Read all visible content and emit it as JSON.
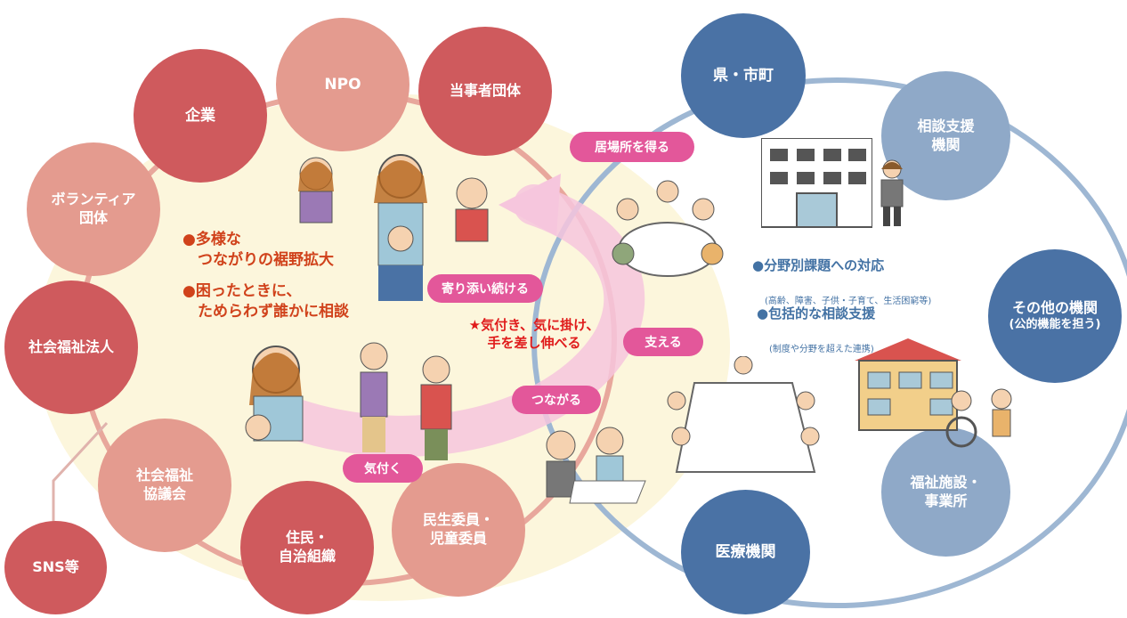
{
  "community_nodes": [
    {
      "id": "npo",
      "label": "NPO"
    },
    {
      "id": "tojisha",
      "label": "当事者団体"
    },
    {
      "id": "kigyo",
      "label": "企業"
    },
    {
      "id": "volunteer",
      "label": "ボランティア\n団体"
    },
    {
      "id": "shakai_hojin",
      "label": "社会福祉法人"
    },
    {
      "id": "kyogikai",
      "label": "社会福祉\n協議会"
    },
    {
      "id": "sns",
      "label": "SNS等"
    },
    {
      "id": "jumin",
      "label": "住民・\n自治組織"
    },
    {
      "id": "minsei",
      "label": "民生委員・\n児童委員"
    }
  ],
  "agency_nodes": [
    {
      "id": "ken",
      "label": "県・市町",
      "sub": ""
    },
    {
      "id": "sodan",
      "label": "相談支援\n機関",
      "sub": ""
    },
    {
      "id": "sonota",
      "label": "その他の機関",
      "sub": "(公的機能を担う)"
    },
    {
      "id": "fukushi",
      "label": "福祉施設・\n事業所",
      "sub": ""
    },
    {
      "id": "iryo",
      "label": "医療機関",
      "sub": ""
    }
  ],
  "pills": [
    {
      "id": "ibasho",
      "label": "居場所を得る"
    },
    {
      "id": "yorisoi",
      "label": "寄り添い続ける"
    },
    {
      "id": "sasaeru",
      "label": "支える"
    },
    {
      "id": "tsunagaru",
      "label": "つながる"
    },
    {
      "id": "kizuku",
      "label": "気付く"
    }
  ],
  "left_notes": [
    "●多様な\n　つながりの裾野拡大",
    "●困ったときに、\n　ためらわず誰かに相談"
  ],
  "center_message": "★気付き、気に掛け、\n手を差し伸べる",
  "right_notes": [
    {
      "head": "●分野別課題への対応",
      "sub": "(高齢、障害、子供・子育て、生活困窮等)"
    },
    {
      "head": "●包括的な相談支援",
      "sub": "(制度や分野を超えた連携)"
    }
  ],
  "colors": {
    "community_dark": "#cf5a5d",
    "community_light": "#e49b8f",
    "agency_dark": "#4a72a5",
    "agency_light": "#8fa9c8",
    "pill": "#e3579a",
    "cream": "#fcf6dc"
  },
  "icons": [
    "people-illustration",
    "building-icon",
    "care-facility-icon",
    "meeting-table-illustration"
  ]
}
